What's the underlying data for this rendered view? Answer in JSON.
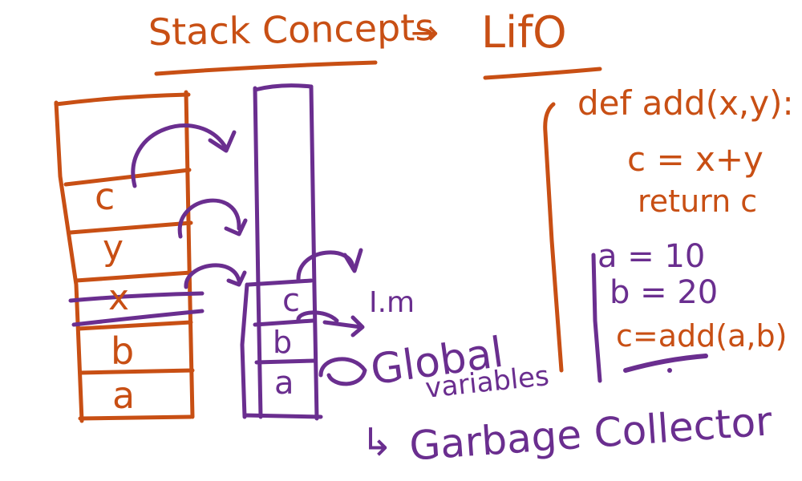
{
  "colors": {
    "orange": "#c84f14",
    "purple": "#6a2e8f",
    "background": "#ffffff"
  },
  "title": {
    "left": "Stack Concepts",
    "arrow": "→",
    "right": "LifO"
  },
  "stack_left": {
    "cells": [
      "c",
      "y",
      "x",
      "b",
      "a"
    ]
  },
  "stack_right": {
    "cells": [
      "c",
      "b",
      "a"
    ],
    "arrow_label": "I.m"
  },
  "global": {
    "line1": "Global",
    "line2": "variables",
    "collector_prefix": "↳",
    "collector": "Garbage Collector"
  },
  "code": {
    "def": "def add(x,y):",
    "body1": "c = x+y",
    "body2": "return c"
  },
  "calls": {
    "line1": "a = 10",
    "line2": "b = 20",
    "line3": "c=add(a,b)"
  }
}
